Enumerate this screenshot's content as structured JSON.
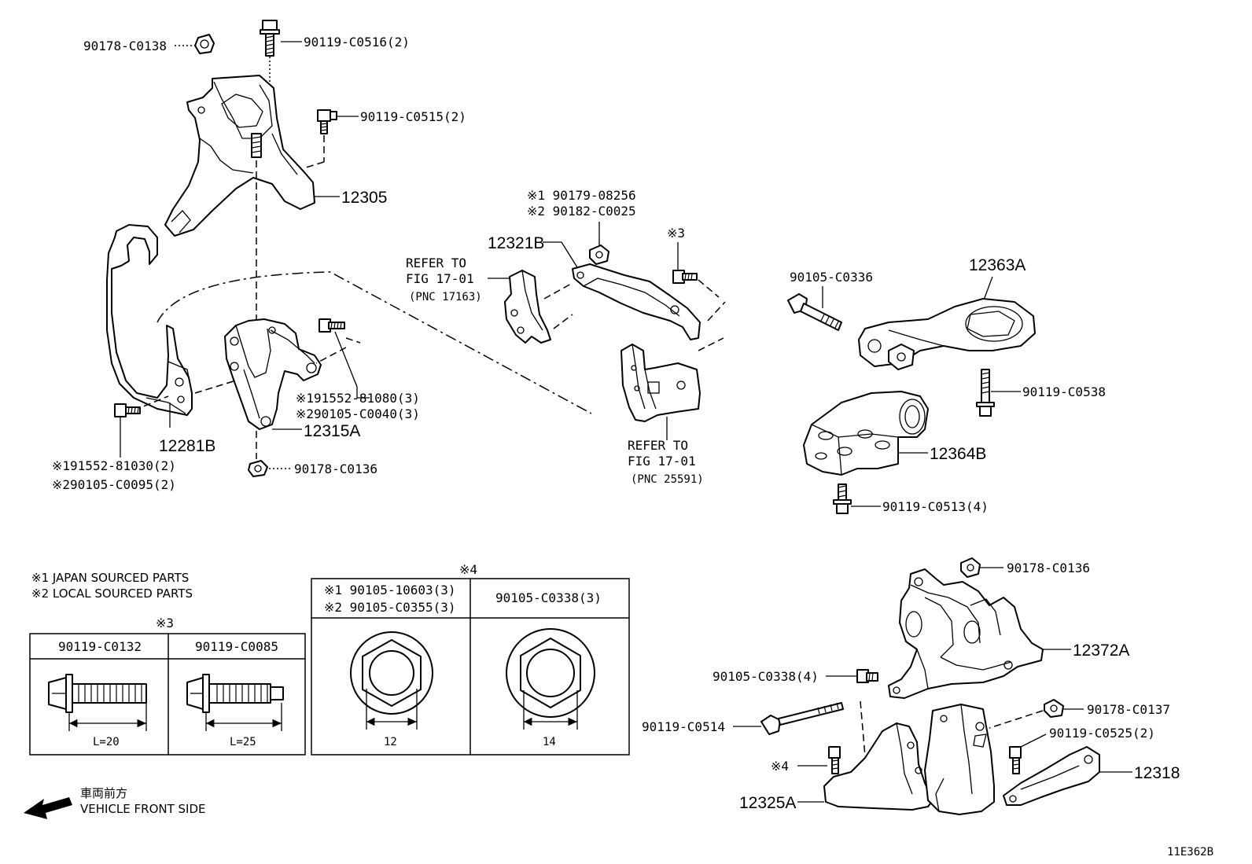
{
  "labels": {
    "p90178_c0138": "90178-C0138",
    "p90119_c0516": "90119-C0516(2)",
    "p90119_c0515": "90119-C0515(2)",
    "p12305": "12305",
    "p12281b": "12281B",
    "p12315a": "12315A",
    "p91552_81080": "※191552-81080(3)",
    "p90105_c0040": "※290105-C0040(3)",
    "p90178_c0136_a": "90178-C0136",
    "p91552_81030": "※191552-81030(2)",
    "p90105_c0095": "※290105-C0095(2)",
    "note1_top": "※1 90179-08256",
    "note2_top": "※2 90182-C0025",
    "p12321b": "12321B",
    "refer1_line1": "REFER TO",
    "refer1_line2": "FIG 17-01",
    "refer1_line3": "(PNC 17163)",
    "star3": "※3",
    "refer2_line1": "REFER TO",
    "refer2_line2": "FIG 17-01",
    "refer2_line3": "(PNC 25591)",
    "p90105_c0336": "90105-C0336",
    "p12363a": "12363A",
    "p90119_c0538": "90119-C0538",
    "p12364b": "12364B",
    "p90119_c0513": "90119-C0513(4)",
    "p90178_c0136_b": "90178-C0136",
    "p12372a": "12372A",
    "p90105_c0338_4": "90105-C0338(4)",
    "p90178_c0137": "90178-C0137",
    "p90119_c0514": "90119-C0514",
    "p90119_c0525": "90119-C0525(2)",
    "star4": "※4",
    "p12318": "12318",
    "p12325a": "12325A",
    "diagram_id": "11E362B"
  },
  "legend": {
    "japan": "※1  JAPAN SOURCED PARTS",
    "local": "※2  LOCAL SOURCED PARTS"
  },
  "table3": {
    "marker": "※3",
    "col1_header": "90119-C0132",
    "col2_header": "90119-C0085",
    "col1_dim": "L=20",
    "col2_dim": "L=25"
  },
  "table4": {
    "marker": "※4",
    "col1_header_line1": "※1 90105-10603(3)",
    "col1_header_line2": "※2 90105-C0355(3)",
    "col2_header": "90105-C0338(3)",
    "col1_dim": "12",
    "col2_dim": "14"
  },
  "direction": {
    "jp": "車両前方",
    "en": "VEHICLE FRONT SIDE"
  }
}
